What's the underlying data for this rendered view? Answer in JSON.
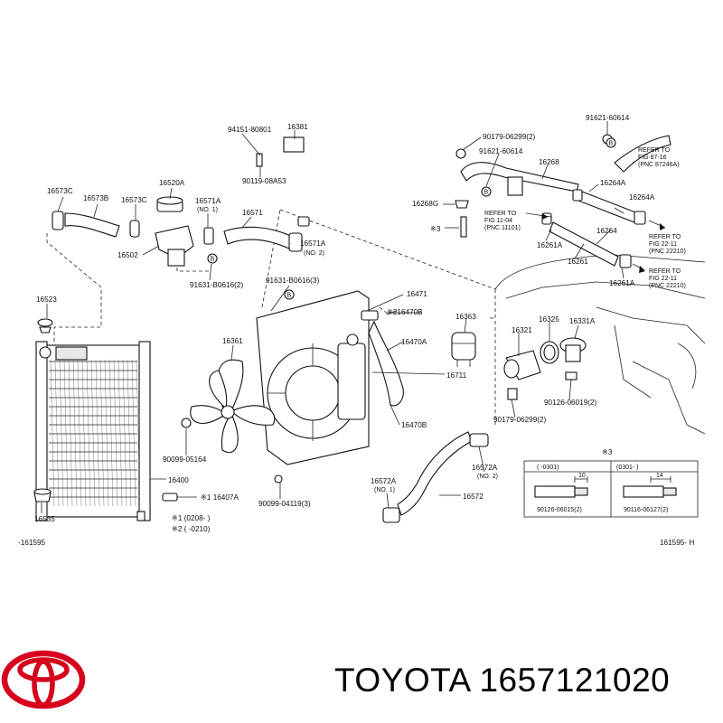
{
  "callouts": {
    "c94151": "94151-80801",
    "c16381": "16381",
    "c90119": "90119-08A53",
    "c90179a": "90179-06299(2)",
    "c91621a": "91621-60614",
    "c91621b": "91621-60614",
    "c16268": "16268",
    "c16264A_1": "16264A",
    "c16264A_2": "16264A",
    "c16268G": "16268G",
    "c16264": "16264",
    "c16261A_1": "16261A",
    "c16261": "16261",
    "c16261A_2": "16261A",
    "c16573C_1": "16573C",
    "c16573B": "16573B",
    "c16573C_2": "16573C",
    "c16520A": "16520A",
    "c16571A_1": "16571A",
    "c16571A_1b": "(NO. 1)",
    "c16571": "16571",
    "c16571A_2": "16571A",
    "c16571A_2b": "(NO. 2)",
    "c16502": "16502",
    "c91631a": "91631-B0616(2)",
    "c91631b": "91631-B0616(3)",
    "c16523": "16523",
    "c16471": "16471",
    "c216470B": "※216470B",
    "c16363": "16363",
    "c16325": "16325",
    "c16331A": "16331A",
    "c16361": "16361",
    "c16470A": "16470A",
    "c16321": "16321",
    "c16711": "16711",
    "c90126a": "90126-06019(2)",
    "c16470B": "16470B",
    "c90179b": "90179-06299(2)",
    "c90099a": "90099-05164",
    "c16400": "16400",
    "c16407A": "※1 16407A",
    "c16572A_1": "16572A",
    "c16572A_1b": "(NO. 1)",
    "c16572A_2": "16572A",
    "c16572A_2b": "(NO. 2)",
    "c16572": "16572",
    "c90099b": "90099-04119(3)",
    "c16535": "16535",
    "c3": "※3",
    "c3b": "※3"
  },
  "refer_notes": {
    "r1": [
      "REFER TO",
      "FIG 87-16",
      "(PNC 87246A)"
    ],
    "r2": [
      "REFER TO",
      "FIG 11-04",
      "(PNC 11101)"
    ],
    "r3": [
      "REFER TO",
      "FIG 22-11",
      "(PNC 22210)"
    ],
    "r4": [
      "REFER TO",
      "FIG 22-11",
      "(PNC 22210)"
    ]
  },
  "legend": {
    "note1": "※1 (0208-      )",
    "note2": "※2 (      -0210)"
  },
  "inset": {
    "left_range": "(      -0301)",
    "right_range": "(0301-      )",
    "left_dim": "10",
    "right_dim": "14",
    "left_part": "90126-06015(2)",
    "right_part": "90116-06127(2)"
  },
  "figure_codes": {
    "left": "-161595",
    "right": "161595- H"
  },
  "footer": {
    "brand": "TOYOTA",
    "part_number": "1657121020"
  }
}
